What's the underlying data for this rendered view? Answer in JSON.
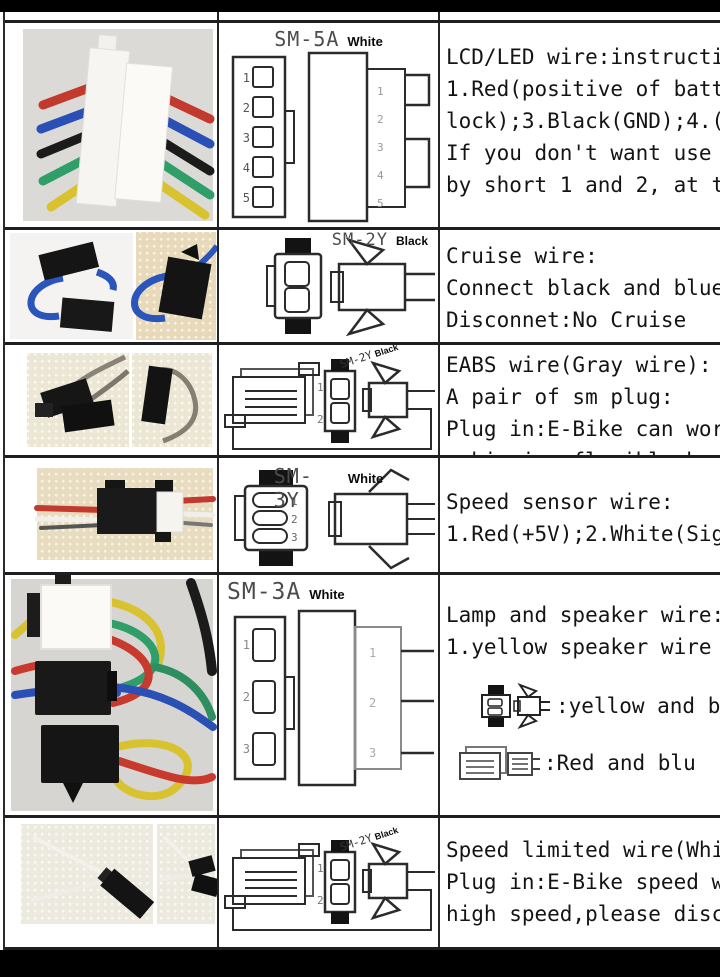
{
  "palette": {
    "page_bar": "#000000",
    "table_border": "#222222",
    "wire_red": "#c23a2e",
    "wire_blue": "#2a4fb5",
    "wire_yellow": "#d9c22f",
    "wire_green": "#2f9e68",
    "wire_black": "#1b1b1b",
    "wire_gray": "#857e72",
    "wire_white": "#f3f1ec",
    "connector_black": "#161616",
    "connector_white": "#f8f7f3"
  },
  "table": {
    "rows": [
      {
        "name": "lcd-led-wire",
        "diagram": {
          "model": "SM-5A",
          "color": "White",
          "pins": [
            "1",
            "2",
            "3",
            "4",
            "5"
          ]
        },
        "desc": [
          "LCD/LED wire:instructi",
          "1.Red(positive of batt",
          "lock);3.Black(GND);4.(",
          "If you don't want use",
          "by short 1 and 2, at t"
        ]
      },
      {
        "name": "cruise-wire",
        "diagram": {
          "model": "SM-2Y",
          "color": "Black"
        },
        "desc": [
          "Cruise wire:",
          "Connect black and blue",
          "Disconnet:No Cruise"
        ]
      },
      {
        "name": "eabs-wire",
        "diagram": {
          "model": "SM-2Y",
          "color": "Black",
          "pins": [
            "1",
            "2"
          ]
        },
        "desc": [
          "EABS wire(Gray wire):",
          "A pair of sm plug:",
          "Plug in:E-Bike can wor",
          "achieving flexible bra"
        ]
      },
      {
        "name": "speed-sensor-wire",
        "diagram": {
          "model": "SM-3Y",
          "color": "White",
          "pins": [
            "1",
            "2",
            "3"
          ]
        },
        "desc": [
          "Speed sensor wire:",
          "1.Red(+5V);2.White(Sig"
        ]
      },
      {
        "name": "lamp-speaker-wire",
        "diagram": {
          "model": "SM-3A",
          "color": "White",
          "pins": [
            "1",
            "2",
            "3"
          ]
        },
        "desc": [
          "Lamp and speaker wire:",
          "1.yellow speaker wire"
        ],
        "sub_items": [
          {
            "icon": "sm-2y-plug-pair-icon",
            "label": ":yellow and b"
          },
          {
            "icon": "sm-plug-pair-icon",
            "label": ":Red and blu"
          }
        ]
      },
      {
        "name": "speed-limited-wire",
        "diagram": {
          "model": "SM-2Y",
          "color": "Black",
          "pins": [
            "1",
            "2"
          ]
        },
        "desc": [
          "Speed limited wire(Whi",
          "Plug in:E-Bike speed w",
          "high speed,please disc"
        ]
      }
    ]
  }
}
